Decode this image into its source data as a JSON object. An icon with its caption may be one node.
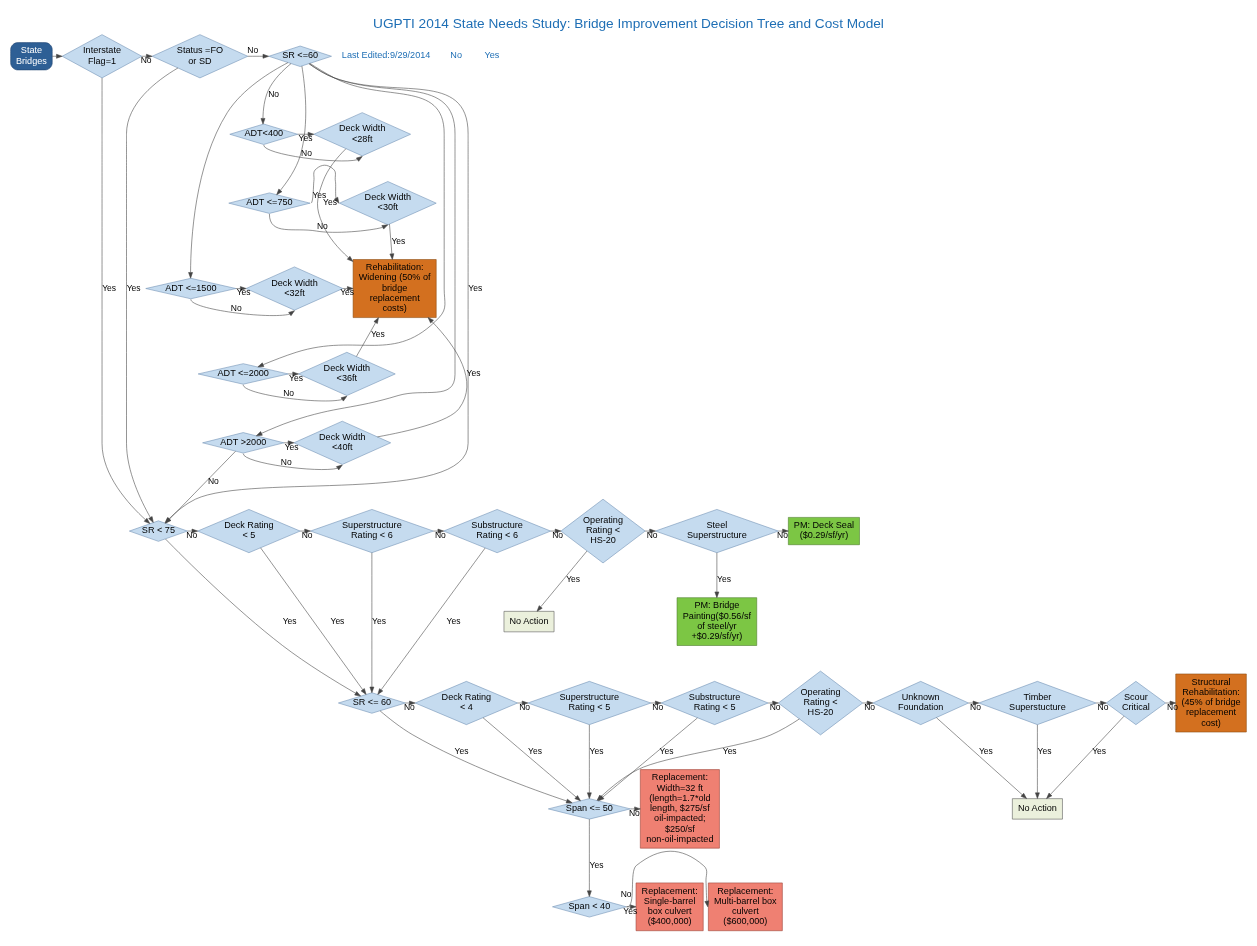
{
  "diagram": {
    "title": "UGPTI 2014 State Needs Study: Bridge Improvement Decision Tree and Cost Model",
    "nodes": [
      {
        "text": [
          "State Bridges"
        ]
      },
      {
        "text": [
          "Interstate Flag=1"
        ]
      },
      {
        "text": [
          "Status =FO or SD"
        ]
      },
      {
        "text": [
          "SR <=60"
        ]
      },
      {
        "text": [
          "ADT<400"
        ]
      },
      {
        "text": [
          "ADT <=750"
        ]
      },
      {
        "text": [
          "ADT <=1500"
        ]
      },
      {
        "text": [
          "ADT <=2000"
        ]
      },
      {
        "text": [
          "ADT >2000"
        ]
      },
      {
        "text": [
          "Deck Width <28ft"
        ]
      },
      {
        "text": [
          "Deck Width <30ft"
        ]
      },
      {
        "text": [
          "Deck Width <32ft"
        ]
      },
      {
        "text": [
          "Deck Width <36ft"
        ]
      },
      {
        "text": [
          "Deck Width <40ft"
        ]
      },
      {
        "text": [
          "Rehabilitation: Widening (50% of bridge replacement costs)"
        ]
      },
      {
        "text": [
          "SR < 75"
        ]
      },
      {
        "text": [
          "Deck Rating < 5"
        ]
      },
      {
        "text": [
          "Superstructure Rating < 6"
        ]
      },
      {
        "text": [
          "Substructure Rating < 6"
        ]
      },
      {
        "text": [
          "Operating Rating < HS-20"
        ]
      },
      {
        "text": [
          "Steel Superstructure"
        ]
      },
      {
        "text": [
          "PM: Deck Seal ($0.29/sf/yr)"
        ]
      },
      {
        "text": [
          "No Action"
        ]
      },
      {
        "text": [
          "PM: Bridge Painting($0.56/sf of steel/yr +$0.29/sf/yr)"
        ]
      },
      {
        "text": [
          "SR <= 60"
        ]
      },
      {
        "text": [
          "Deck Rating < 4"
        ]
      },
      {
        "text": [
          "Superstructure Rating < 5"
        ]
      },
      {
        "text": [
          "Substructure Rating < 5"
        ]
      },
      {
        "text": [
          "Operating Rating < HS-20"
        ]
      },
      {
        "text": [
          "Unknown Foundation"
        ]
      },
      {
        "text": [
          "Timber Superstucture"
        ]
      },
      {
        "text": [
          "Scour Critical"
        ]
      },
      {
        "text": [
          "Structural Rehabilitation: (45% of bridge replacement cost)"
        ]
      },
      {
        "text": [
          "No Action"
        ]
      },
      {
        "text": [
          "Span <= 50"
        ]
      },
      {
        "text": [
          "Replacement: Width=32 ft (length=1.7*old length, $275/sf oil-impacted; $250/sf non-oil-impacted"
        ]
      },
      {
        "text": [
          "Span < 40"
        ]
      },
      {
        "text": [
          "Replacement: Single-barrel box culvert ($400,000)"
        ]
      },
      {
        "text": [
          "Replacement: Multi-barrel box culvert ($600,000)"
        ]
      }
    ],
    "edges": [
      {
        "from": 0,
        "to": 1,
        "arrow": "to"
      },
      {
        "from": 1,
        "to": 2,
        "arrow": "to",
        "label": "No"
      },
      {
        "from": 2,
        "to": 3,
        "arrow": "to",
        "label": "No"
      },
      {
        "from": 3,
        "to": 4,
        "arrow": "to",
        "label": "No"
      },
      {
        "from": 3,
        "to": 5,
        "arrow": "to"
      },
      {
        "from": 3,
        "to": 6,
        "arrow": "to"
      },
      {
        "from": 3,
        "to": 7,
        "arrow": "to"
      },
      {
        "from": 3,
        "to": 8,
        "arrow": "to"
      },
      {
        "from": 4,
        "to": 9,
        "arrow": "to",
        "label": "Yes"
      },
      {
        "from": 5,
        "to": 10,
        "arrow": "to",
        "label": "Yes"
      },
      {
        "from": 6,
        "to": 11,
        "arrow": "to",
        "label": "Yes"
      },
      {
        "from": 7,
        "to": 12,
        "arrow": "to",
        "label": "Yes"
      },
      {
        "from": 8,
        "to": 13,
        "arrow": "to",
        "label": "Yes"
      },
      {
        "from": 4,
        "to": 9,
        "arrow": "to",
        "label": "No"
      },
      {
        "from": 5,
        "to": 10,
        "arrow": "to",
        "label": "No"
      },
      {
        "from": 6,
        "to": 11,
        "arrow": "to",
        "label": "No"
      },
      {
        "from": 7,
        "to": 12,
        "arrow": "to",
        "label": "No"
      },
      {
        "from": 8,
        "to": 13,
        "arrow": "to",
        "label": "No"
      },
      {
        "from": 9,
        "to": 14,
        "arrow": "to",
        "label": "Yes"
      },
      {
        "from": 10,
        "to": 14,
        "arrow": "to",
        "label": "Yes"
      },
      {
        "from": 11,
        "to": 14,
        "arrow": "to",
        "label": "Yes"
      },
      {
        "from": 12,
        "to": 14,
        "arrow": "to",
        "label": "Yes"
      },
      {
        "from": 13,
        "to": 14,
        "arrow": "to",
        "label": "Yes"
      },
      {
        "from": 1,
        "to": 15,
        "arrow": "to",
        "label": "Yes"
      },
      {
        "from": 2,
        "to": 15,
        "arrow": "to",
        "label": "Yes"
      },
      {
        "from": 3,
        "to": 15,
        "arrow": "to",
        "label": "Yes"
      },
      {
        "from": 8,
        "to": 15,
        "arrow": "to",
        "label": "No"
      },
      {
        "from": 15,
        "to": 16,
        "arrow": "to",
        "label": "No"
      },
      {
        "from": 16,
        "to": 17,
        "arrow": "to",
        "label": "No"
      },
      {
        "from": 17,
        "to": 18,
        "arrow": "to",
        "label": "No"
      },
      {
        "from": 18,
        "to": 19,
        "arrow": "to",
        "label": "No"
      },
      {
        "from": 19,
        "to": 20,
        "arrow": "to",
        "label": "No"
      },
      {
        "from": 20,
        "to": 21,
        "arrow": "to",
        "label": "No"
      },
      {
        "from": 19,
        "to": 22,
        "arrow": "to",
        "label": "Yes"
      },
      {
        "from": 20,
        "to": 23,
        "arrow": "to",
        "label": "Yes"
      },
      {
        "from": 15,
        "to": 24,
        "arrow": "to",
        "label": "Yes"
      },
      {
        "from": 16,
        "to": 24,
        "arrow": "to",
        "label": "Yes"
      },
      {
        "from": 17,
        "to": 24,
        "arrow": "to",
        "label": "Yes"
      },
      {
        "from": 18,
        "to": 24,
        "arrow": "to",
        "label": "Yes"
      },
      {
        "from": 24,
        "to": 25,
        "arrow": "to",
        "label": "No"
      },
      {
        "from": 25,
        "to": 26,
        "arrow": "to",
        "label": "No"
      },
      {
        "from": 26,
        "to": 27,
        "arrow": "to",
        "label": "No"
      },
      {
        "from": 27,
        "to": 28,
        "arrow": "to",
        "label": "No"
      },
      {
        "from": 28,
        "to": 29,
        "arrow": "to",
        "label": "No"
      },
      {
        "from": 29,
        "to": 30,
        "arrow": "to",
        "label": "No"
      },
      {
        "from": 30,
        "to": 31,
        "arrow": "to",
        "label": "No"
      },
      {
        "from": 31,
        "to": 32,
        "arrow": "to",
        "label": "No"
      },
      {
        "from": 24,
        "to": 34,
        "arrow": "to",
        "label": "Yes"
      },
      {
        "from": 25,
        "to": 34,
        "arrow": "to",
        "label": "Yes"
      },
      {
        "from": 26,
        "to": 34,
        "arrow": "to",
        "label": "Yes"
      },
      {
        "from": 27,
        "to": 34,
        "arrow": "to",
        "label": "Yes"
      },
      {
        "from": 28,
        "to": 34,
        "arrow": "to",
        "label": "Yes"
      },
      {
        "from": 29,
        "to": 33,
        "arrow": "to",
        "label": "Yes"
      },
      {
        "from": 30,
        "to": 33,
        "arrow": "to",
        "label": "Yes"
      },
      {
        "from": 31,
        "to": 33,
        "arrow": "to",
        "label": "Yes"
      },
      {
        "from": 34,
        "to": 35,
        "arrow": "to",
        "label": "No"
      },
      {
        "from": 34,
        "to": 36,
        "arrow": "to",
        "label": "Yes"
      },
      {
        "from": 36,
        "to": 37,
        "arrow": "to",
        "label": "Yes"
      },
      {
        "from": 36,
        "to": 38,
        "arrow": "to",
        "label": "No"
      }
    ],
    "labels": [
      "Last Edited:9/29/2014",
      "No",
      "Yes"
    ]
  }
}
